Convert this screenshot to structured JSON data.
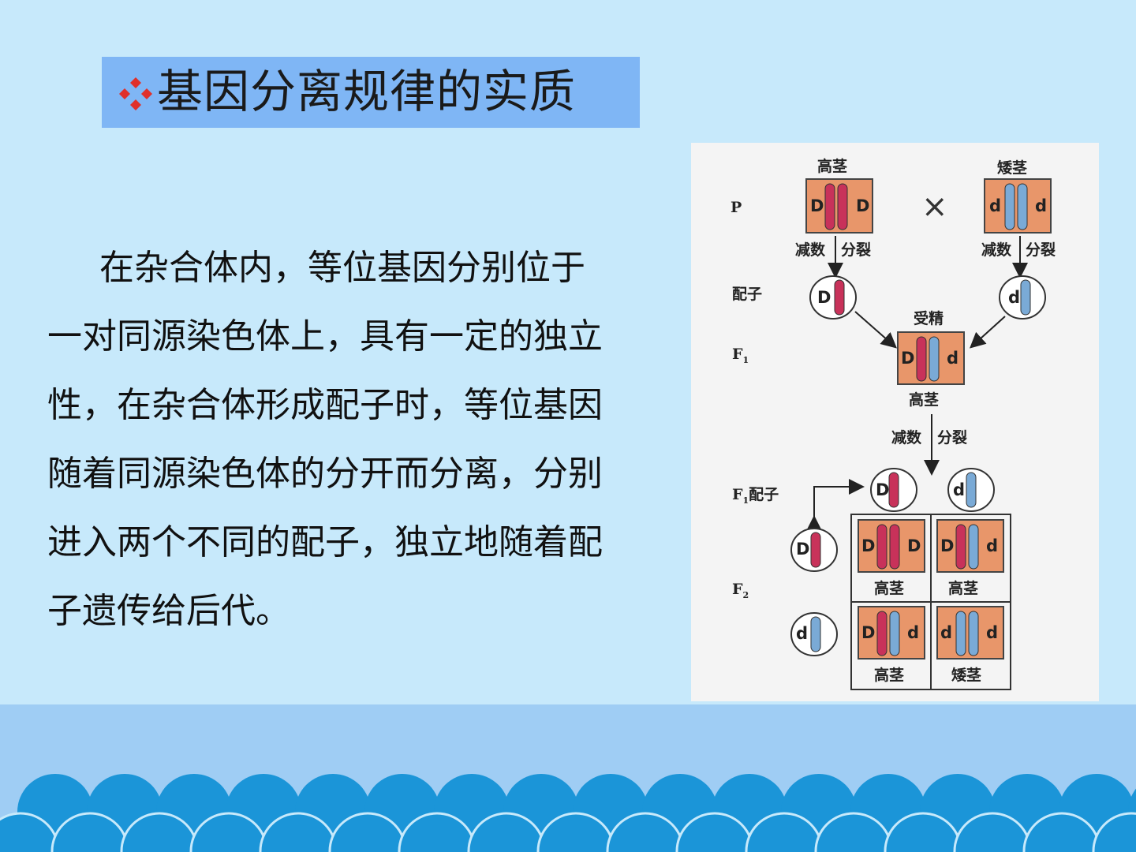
{
  "title": "基因分离规律的实质",
  "body_lines": [
    "在杂合体内，等位基因分别位于",
    "一对同源染色体上，具有一定的独立",
    "性，在杂合体形成配子时，等位基因",
    "随着同源染色体的分开而分离，分别",
    "进入两个不同的配子，独立地随着配",
    "子遗传给后代。"
  ],
  "diagram": {
    "rows": {
      "p": "P",
      "gamete": "配子",
      "f1": "F",
      "f1_sub": "1",
      "f1_gamete": "F",
      "f1_gamete_sub": "1",
      "f1_gamete_text": "配子",
      "f2": "F",
      "f2_sub": "2"
    },
    "parent_left": {
      "label": "高茎",
      "gene_left": "D",
      "gene_right": "D"
    },
    "parent_right": {
      "label": "矮茎",
      "gene_left": "d",
      "gene_right": "d"
    },
    "cross_symbol": "×",
    "meiosis_left": {
      "a": "减数",
      "b": "分裂"
    },
    "meiosis_right": {
      "a": "减数",
      "b": "分裂"
    },
    "gamete_left": "D",
    "gamete_right": "d",
    "fertilization": "受精",
    "f1_cell": {
      "gene_left": "D",
      "gene_right": "d",
      "label": "高茎"
    },
    "meiosis_f1": {
      "a": "减数",
      "b": "分裂"
    },
    "f1_gametes": [
      "D",
      "d"
    ],
    "f2_row_gametes": [
      "D",
      "d"
    ],
    "f2_grid": [
      {
        "gene_left": "D",
        "gene_right": "D",
        "label": "高茎"
      },
      {
        "gene_left": "D",
        "gene_right": "d",
        "label": "高茎"
      },
      {
        "gene_left": "D",
        "gene_right": "d",
        "label": "高茎"
      },
      {
        "gene_left": "d",
        "gene_right": "d",
        "label": "矮茎"
      }
    ]
  },
  "colors": {
    "background": "#c7e9fb",
    "title_bar": "#7fb6f5",
    "bullet": "#e0302a",
    "cell_fill": "#e8966a",
    "red_chromosome": "#c8325a",
    "blue_chromosome": "#7aaad6",
    "bottom_band": "#9fcdf4",
    "waves": "#1b95d8"
  }
}
